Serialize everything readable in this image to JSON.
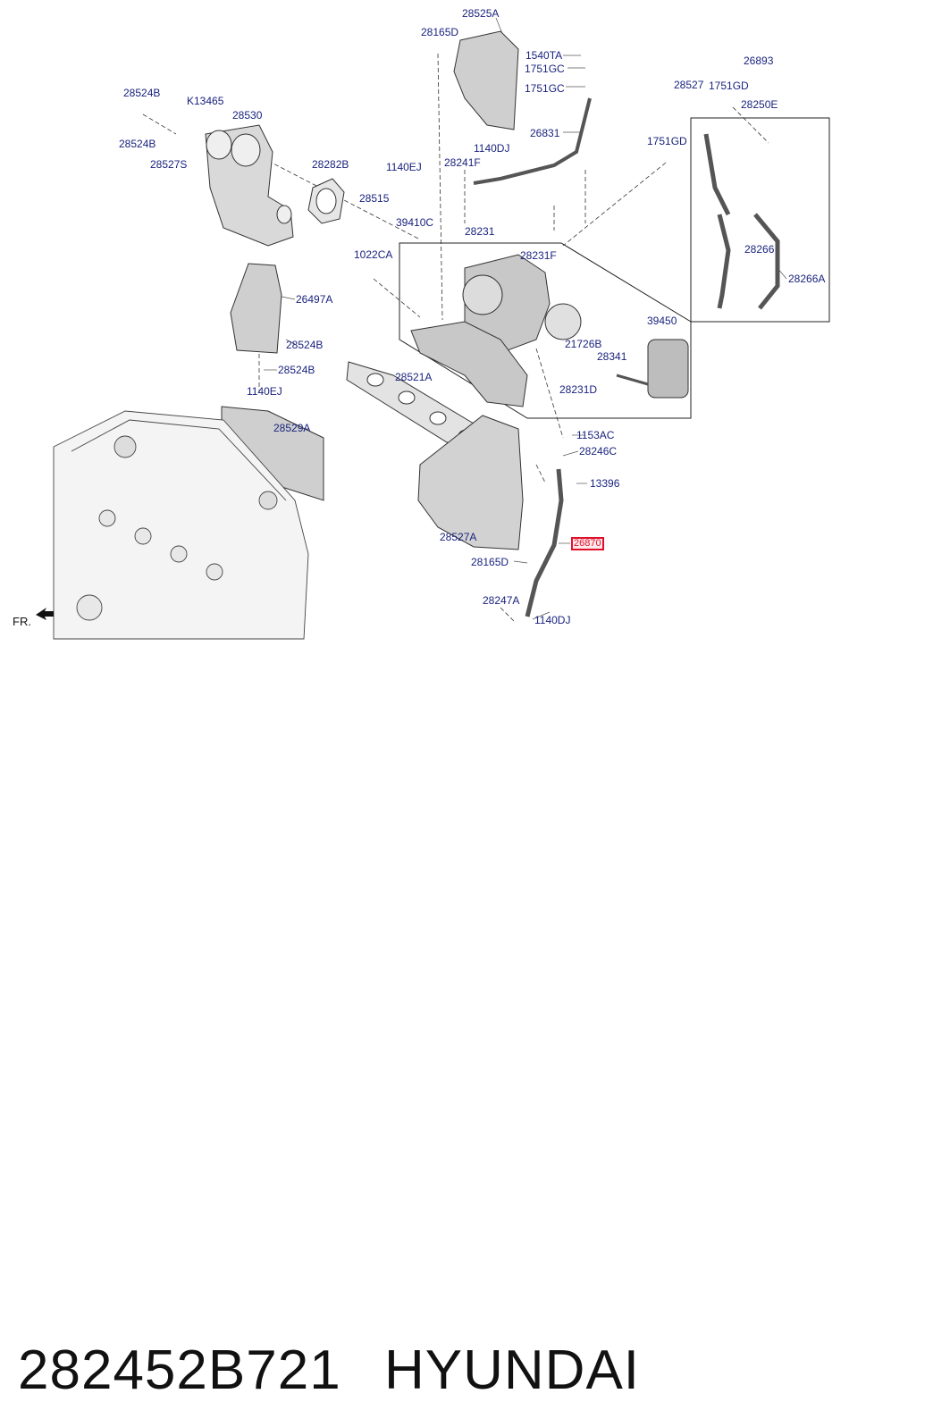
{
  "diagram": {
    "labels": [
      {
        "id": "28525A",
        "text": "28525A"
      },
      {
        "id": "28165D-top",
        "text": "28165D"
      },
      {
        "id": "1540TA",
        "text": "1540TA"
      },
      {
        "id": "1751GC-a",
        "text": "1751GC"
      },
      {
        "id": "1751GC-b",
        "text": "1751GC"
      },
      {
        "id": "26893",
        "text": "26893"
      },
      {
        "id": "28527",
        "text": "28527"
      },
      {
        "id": "1751GD-a",
        "text": "1751GD"
      },
      {
        "id": "28250E",
        "text": "28250E"
      },
      {
        "id": "28524B-a",
        "text": "28524B"
      },
      {
        "id": "K13465",
        "text": "K13465"
      },
      {
        "id": "28530",
        "text": "28530"
      },
      {
        "id": "28524B-b",
        "text": "28524B"
      },
      {
        "id": "28527S",
        "text": "28527S"
      },
      {
        "id": "26831",
        "text": "26831"
      },
      {
        "id": "1140DJ-a",
        "text": "1140DJ"
      },
      {
        "id": "1751GD-b",
        "text": "1751GD"
      },
      {
        "id": "28282B",
        "text": "28282B"
      },
      {
        "id": "1140EJ-a",
        "text": "1140EJ"
      },
      {
        "id": "28241F",
        "text": "28241F"
      },
      {
        "id": "28515",
        "text": "28515"
      },
      {
        "id": "39410C",
        "text": "39410C"
      },
      {
        "id": "28231",
        "text": "28231"
      },
      {
        "id": "28266",
        "text": "28266"
      },
      {
        "id": "1022CA",
        "text": "1022CA"
      },
      {
        "id": "28231F",
        "text": "28231F"
      },
      {
        "id": "28266A",
        "text": "28266A"
      },
      {
        "id": "26497A",
        "text": "26497A"
      },
      {
        "id": "39450",
        "text": "39450"
      },
      {
        "id": "28524B-c",
        "text": "28524B"
      },
      {
        "id": "21726B",
        "text": "21726B"
      },
      {
        "id": "28341",
        "text": "28341"
      },
      {
        "id": "28524B-d",
        "text": "28524B"
      },
      {
        "id": "28521A",
        "text": "28521A"
      },
      {
        "id": "28231D",
        "text": "28231D"
      },
      {
        "id": "1140EJ-b",
        "text": "1140EJ"
      },
      {
        "id": "28529A",
        "text": "28529A"
      },
      {
        "id": "1153AC",
        "text": "1153AC"
      },
      {
        "id": "28246C",
        "text": "28246C"
      },
      {
        "id": "13396",
        "text": "13396"
      },
      {
        "id": "28527A",
        "text": "28527A"
      },
      {
        "id": "26870",
        "text": "26870",
        "highlighted": true
      },
      {
        "id": "28165D-bottom",
        "text": "28165D"
      },
      {
        "id": "28247A",
        "text": "28247A"
      },
      {
        "id": "1140DJ-b",
        "text": "1140DJ"
      }
    ],
    "direction_label": "FR.",
    "highlight_color": "#e0102a",
    "label_color": "#1a237e"
  },
  "footer": {
    "part_number": "282452B721",
    "brand": "HYUNDAI"
  }
}
